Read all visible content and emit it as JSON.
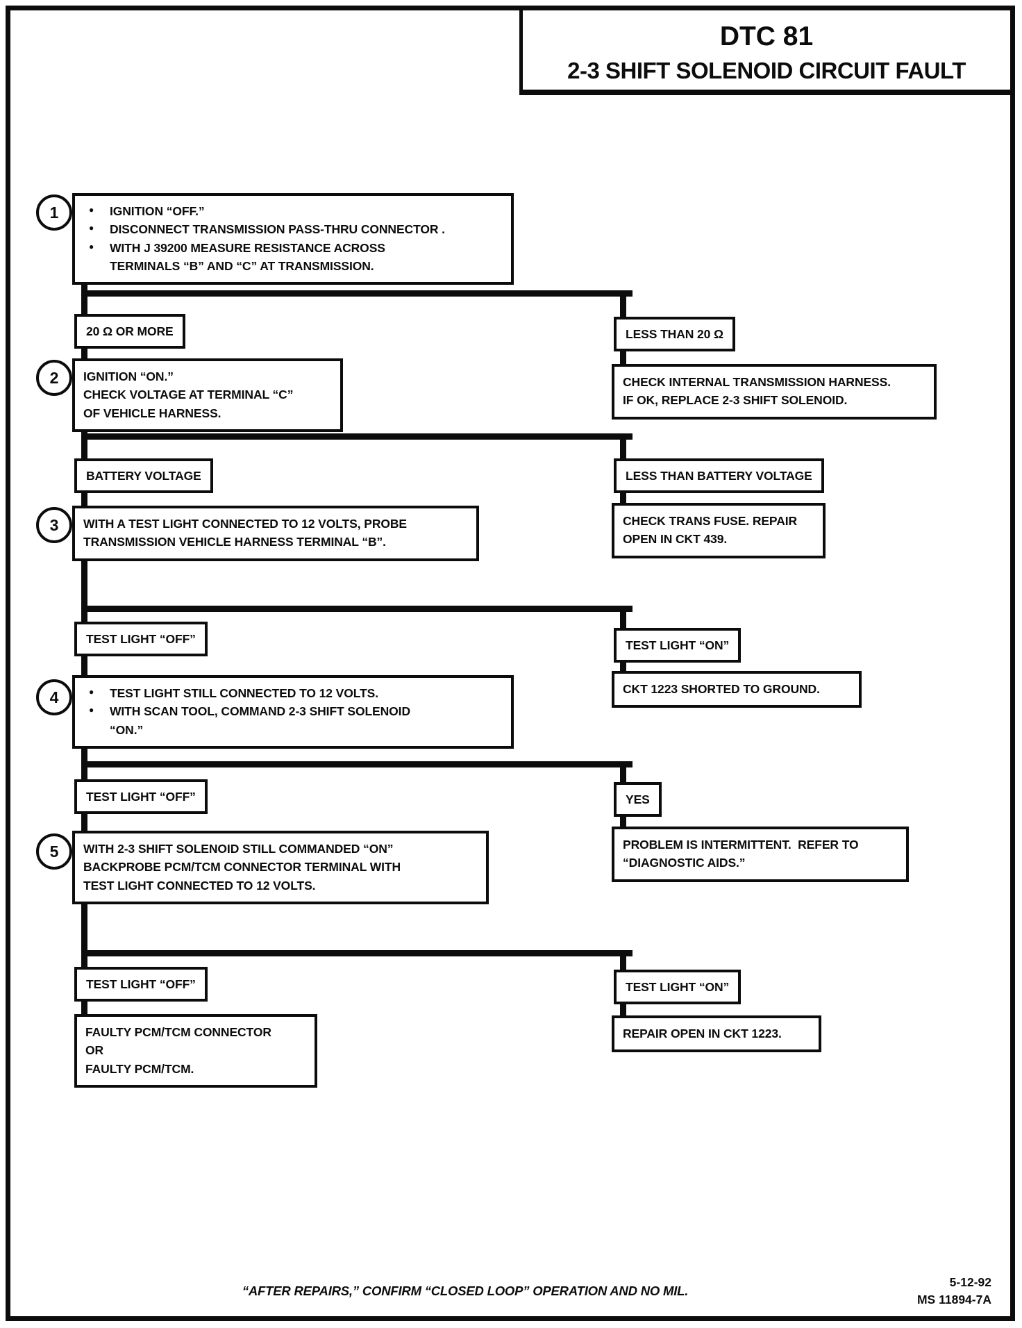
{
  "header": {
    "title": "DTC 81",
    "subtitle": "2-3 SHIFT SOLENOID CIRCUIT FAULT"
  },
  "flow": {
    "step1": {
      "number": "1",
      "bullet1": "IGNITION “OFF.”",
      "bullet2": "DISCONNECT TRANSMISSION PASS-THRU CONNECTOR .",
      "bullet3": "WITH J 39200 MEASURE RESISTANCE ACROSS",
      "bullet3_cont": "TERMINALS “B” AND “C” AT TRANSMISSION."
    },
    "branch1": {
      "left_label": "20 Ω OR MORE",
      "right_label": "LESS THAN 20 Ω",
      "right_result_line1": "CHECK INTERNAL TRANSMISSION HARNESS.",
      "right_result_line2": "IF OK, REPLACE 2-3 SHIFT SOLENOID."
    },
    "step2": {
      "number": "2",
      "line1": "IGNITION “ON.”",
      "line2": "CHECK VOLTAGE AT TERMINAL “C”",
      "line3": "OF VEHICLE HARNESS."
    },
    "branch2": {
      "left_label": "BATTERY VOLTAGE",
      "right_label": "LESS THAN BATTERY VOLTAGE",
      "right_result_line1": "CHECK TRANS FUSE. REPAIR",
      "right_result_line2": "OPEN IN CKT 439."
    },
    "step3": {
      "number": "3",
      "line1": "WITH A TEST LIGHT CONNECTED TO 12 VOLTS, PROBE",
      "line2": "TRANSMISSION VEHICLE HARNESS TERMINAL “B”."
    },
    "branch3": {
      "left_label": "TEST LIGHT “OFF”",
      "right_label": "TEST LIGHT “ON”",
      "right_result_line1": "CKT 1223 SHORTED TO GROUND."
    },
    "step4": {
      "number": "4",
      "bullet1": "TEST LIGHT STILL CONNECTED TO 12 VOLTS.",
      "bullet2": "WITH SCAN TOOL, COMMAND 2-3 SHIFT SOLENOID",
      "bullet2_cont": "“ON.”"
    },
    "branch4": {
      "left_label": "TEST LIGHT “OFF”",
      "right_label": "YES",
      "right_result_line1": "PROBLEM IS INTERMITTENT.  REFER TO",
      "right_result_line2": "“DIAGNOSTIC AIDS.”"
    },
    "step5": {
      "number": "5",
      "line1": "WITH 2-3 SHIFT SOLENOID STILL COMMANDED “ON”",
      "line2": "BACKPROBE PCM/TCM CONNECTOR TERMINAL WITH",
      "line3": "TEST LIGHT CONNECTED TO 12 VOLTS.",
      "left_label": "TEST LIGHT “OFF”",
      "right_label": "TEST LIGHT “ON”",
      "left_result_line1": "FAULTY PCM/TCM CONNECTOR",
      "left_result_line2": "OR",
      "left_result_line3": "FAULTY PCM/TCM.",
      "right_result_line1": "REPAIR OPEN IN CKT 1223."
    }
  },
  "footer": {
    "note": "“AFTER REPAIRS,” CONFIRM “CLOSED LOOP” OPERATION AND NO MIL.",
    "date": "5-12-92",
    "doc_number": "MS 11894-7A"
  }
}
